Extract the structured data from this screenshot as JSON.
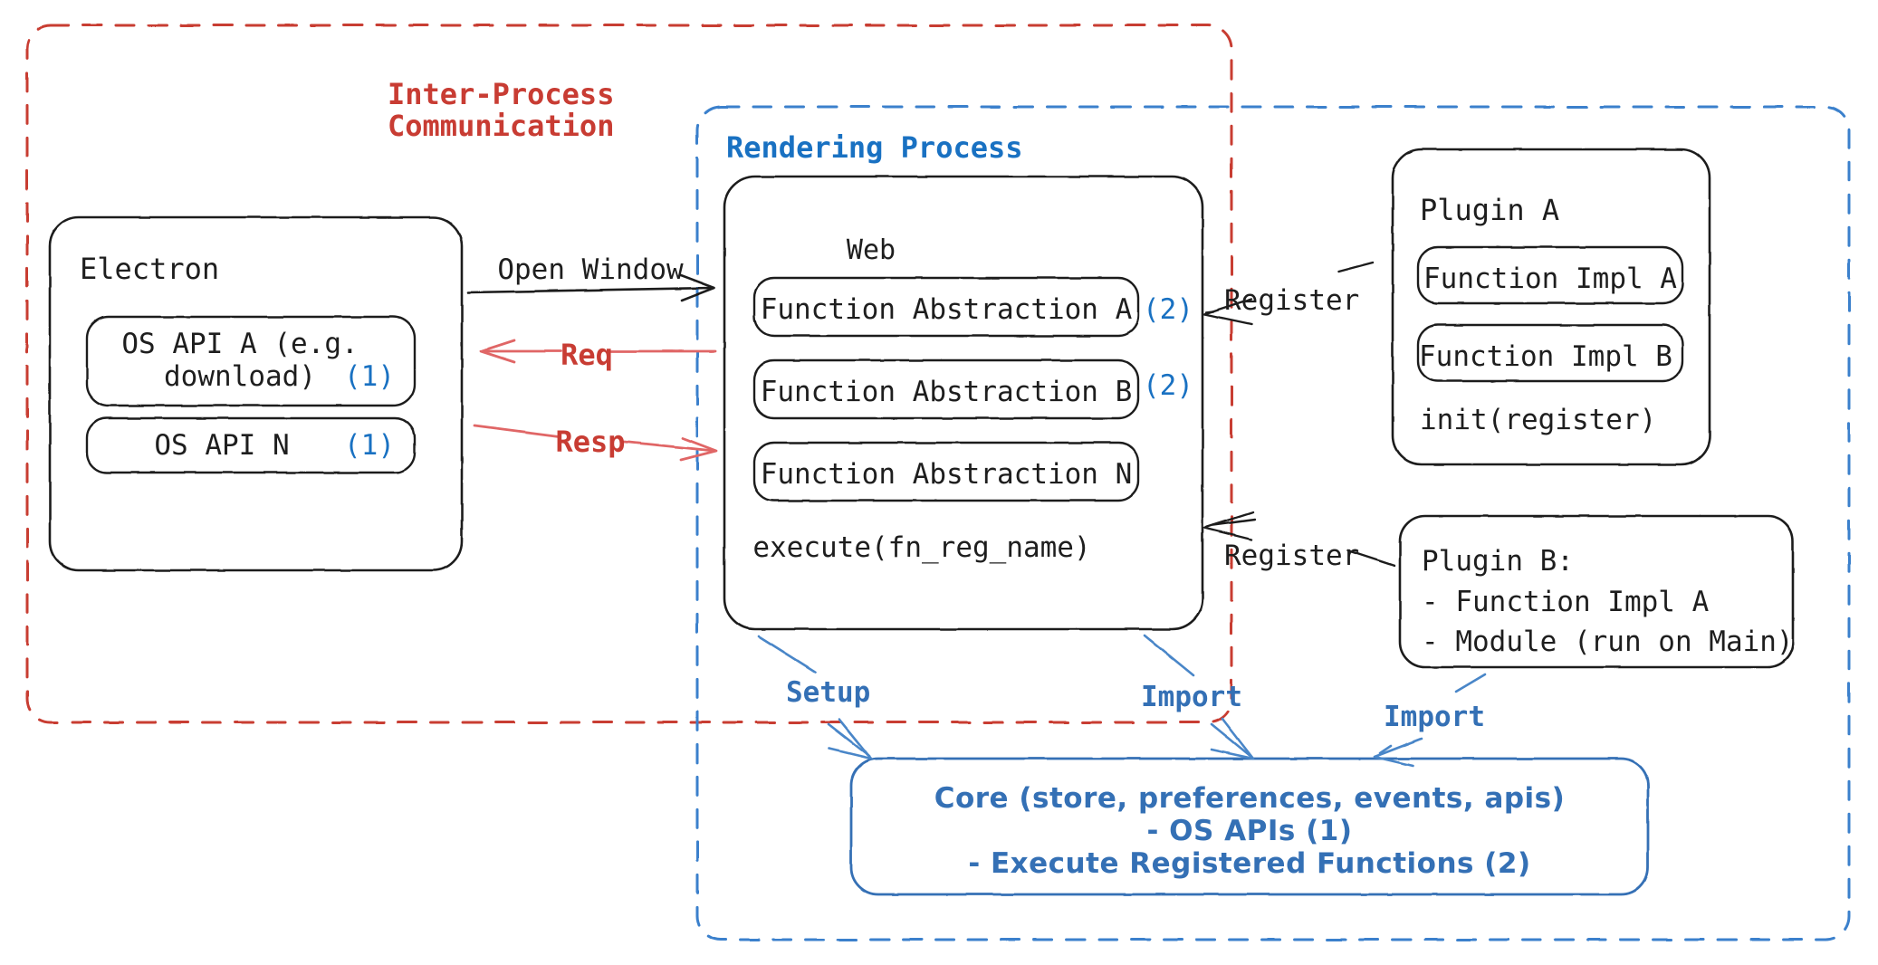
{
  "diagram": {
    "title": "Electron plugin architecture",
    "colors": {
      "ipc_red": "#c83c33",
      "process_blue": "#1971c2",
      "core_blue": "#3470b5",
      "stroke_black": "#1e1e1e",
      "background": "#ffffff"
    }
  },
  "regions": {
    "ipc": {
      "label_line1": "Inter-Process",
      "label_line2": "Communication",
      "style": "dashed-red"
    },
    "rendering": {
      "label": "Rendering Process",
      "style": "dashed-blue"
    }
  },
  "boxes": {
    "electron": {
      "title": "Electron",
      "items": [
        {
          "line1": "OS API A (e.g.",
          "line2": "download)",
          "tag": "(1)"
        },
        {
          "line1": "OS API N",
          "tag": "(1)"
        }
      ]
    },
    "web": {
      "title": "Web",
      "items": [
        {
          "label": "Function Abstraction A",
          "tag": "(2)"
        },
        {
          "label": "Function Abstraction B",
          "tag": "(2)"
        },
        {
          "label": "Function Abstraction N",
          "tag": ""
        }
      ],
      "footer": "execute(fn_reg_name)"
    },
    "plugin_a": {
      "title": "Plugin A",
      "items": [
        {
          "label": "Function Impl A"
        },
        {
          "label": "Function Impl B"
        }
      ],
      "footer": "init(register)"
    },
    "plugin_b": {
      "line1": "Plugin B:",
      "line2": "- Function Impl A",
      "line3": "- Module (run on Main)"
    },
    "core": {
      "line1": "Core (store, preferences, events, apis)",
      "line2": "- OS APIs (1)",
      "line3": "- Execute Registered Functions (2)"
    }
  },
  "arrows": [
    {
      "id": "open-window",
      "label": "Open Window",
      "color": "#1e1e1e",
      "from": "electron",
      "to": "web"
    },
    {
      "id": "req",
      "label": "Req",
      "color": "#c83c33",
      "from": "web",
      "to": "electron"
    },
    {
      "id": "resp",
      "label": "Resp",
      "color": "#c83c33",
      "from": "electron",
      "to": "web"
    },
    {
      "id": "register-a",
      "label": "Register",
      "color": "#1e1e1e",
      "from": "plugin_a",
      "to": "web"
    },
    {
      "id": "register-b",
      "label": "Register",
      "color": "#1e1e1e",
      "from": "plugin_b",
      "to": "web"
    },
    {
      "id": "setup",
      "label": "Setup",
      "color": "#3470b5",
      "from": "web",
      "to": "core"
    },
    {
      "id": "import-web",
      "label": "Import",
      "color": "#3470b5",
      "from": "web",
      "to": "core"
    },
    {
      "id": "import-plugin-b",
      "label": "Import",
      "color": "#3470b5",
      "from": "plugin_b",
      "to": "core"
    }
  ]
}
